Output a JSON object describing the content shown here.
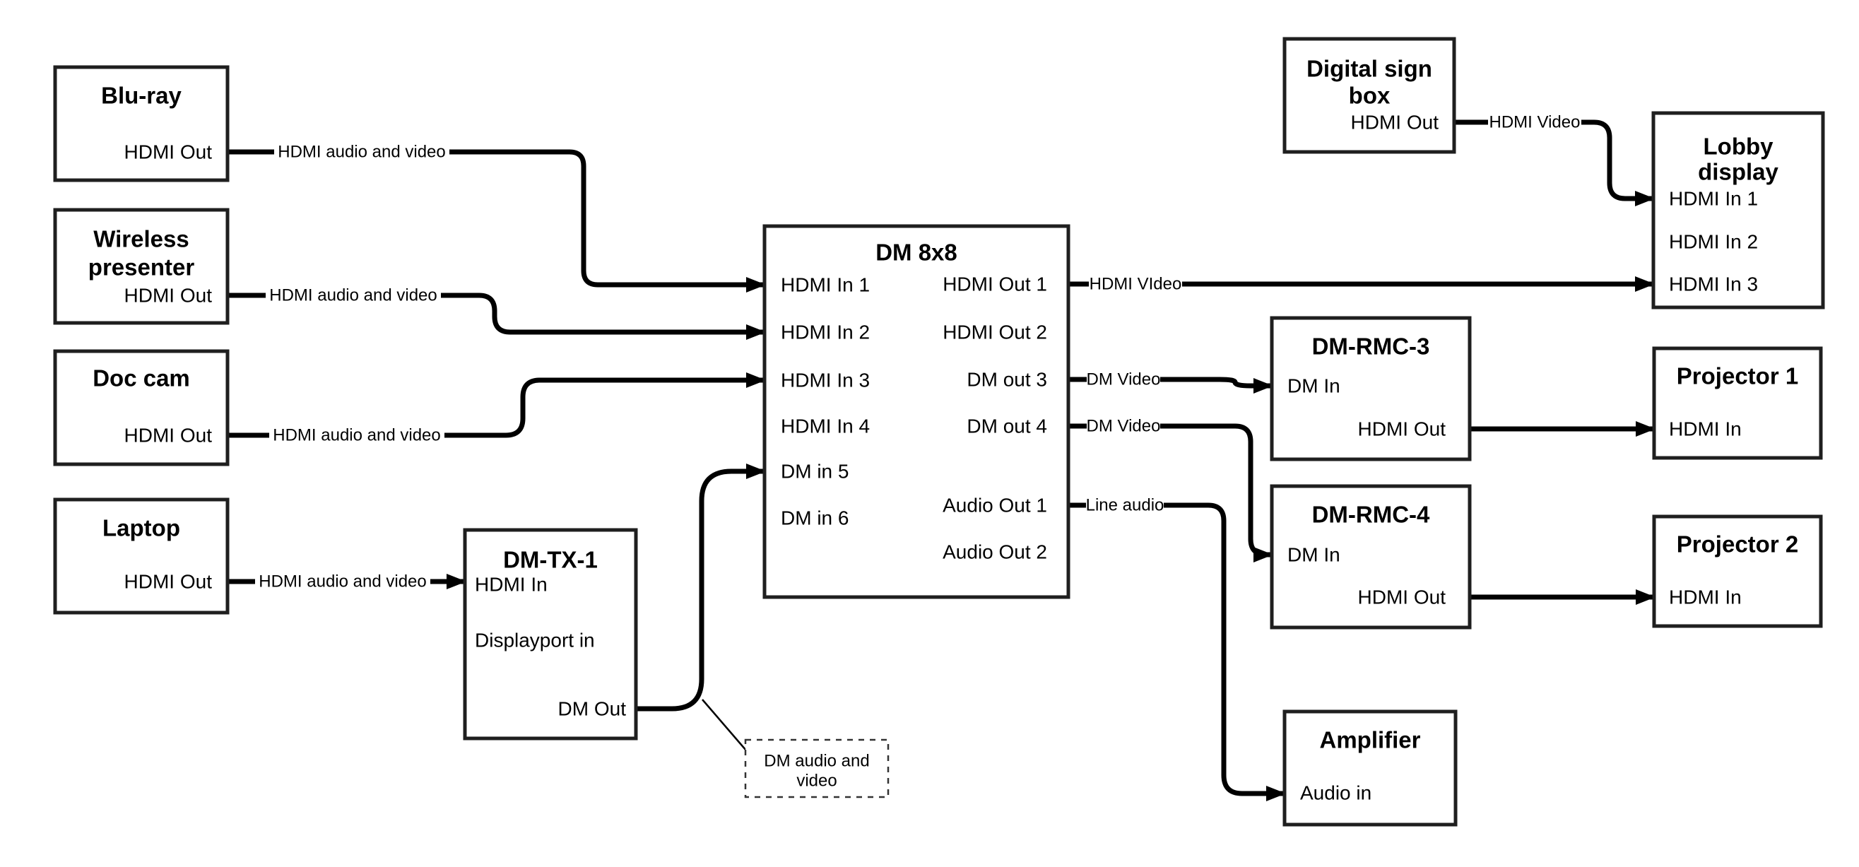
{
  "canvas": {
    "background": "#ffffff",
    "box_border_color": "#1f1f1f",
    "line_color": "#000000",
    "text_color": "#000000"
  },
  "nodes": {
    "bluray": {
      "title": "Blu-ray",
      "ports": {
        "hdmi_out": "HDMI Out"
      }
    },
    "wireless_presenter": {
      "title_line1": "Wireless",
      "title_line2": "presenter",
      "ports": {
        "hdmi_out": "HDMI Out"
      }
    },
    "doc_cam": {
      "title": "Doc cam",
      "ports": {
        "hdmi_out": "HDMI Out"
      }
    },
    "laptop": {
      "title": "Laptop",
      "ports": {
        "hdmi_out": "HDMI Out"
      }
    },
    "dm_tx_1": {
      "title": "DM-TX-1",
      "ports": {
        "hdmi_in": "HDMI In",
        "displayport_in": "Displayport in",
        "dm_out": "DM Out"
      }
    },
    "dm_8x8": {
      "title": "DM 8x8",
      "ports": {
        "hdmi_in_1": "HDMI In 1",
        "hdmi_in_2": "HDMI In 2",
        "hdmi_in_3": "HDMI In 3",
        "hdmi_in_4": "HDMI In 4",
        "dm_in_5": "DM in 5",
        "dm_in_6": "DM in 6",
        "hdmi_out_1": "HDMI Out 1",
        "hdmi_out_2": "HDMI Out 2",
        "dm_out_3": "DM out 3",
        "dm_out_4": "DM out 4",
        "audio_out_1": "Audio Out 1",
        "audio_out_2": "Audio Out 2"
      }
    },
    "digital_sign_box": {
      "title_line1": "Digital sign",
      "title_line2": "box",
      "ports": {
        "hdmi_out": "HDMI Out"
      }
    },
    "lobby_display": {
      "title_line1": "Lobby",
      "title_line2": "display",
      "ports": {
        "hdmi_in_1": "HDMI In 1",
        "hdmi_in_2": "HDMI In 2",
        "hdmi_in_3": "HDMI In 3"
      }
    },
    "dm_rmc_3": {
      "title": "DM-RMC-3",
      "ports": {
        "dm_in": "DM In",
        "hdmi_out": "HDMI Out"
      }
    },
    "projector_1": {
      "title": "Projector 1",
      "ports": {
        "hdmi_in": "HDMI In"
      }
    },
    "dm_rmc_4": {
      "title": "DM-RMC-4",
      "ports": {
        "dm_in": "DM In",
        "hdmi_out": "HDMI Out"
      }
    },
    "projector_2": {
      "title": "Projector 2",
      "ports": {
        "hdmi_in": "HDMI In"
      }
    },
    "amplifier": {
      "title": "Amplifier",
      "ports": {
        "audio_in": "Audio in"
      }
    },
    "annotation": {
      "line1": "DM audio and",
      "line2": "video"
    }
  },
  "edges": {
    "bluray_to_dm8x8": {
      "label": "HDMI audio and video"
    },
    "wireless_to_dm8x8": {
      "label": "HDMI audio and video"
    },
    "doccam_to_dm8x8": {
      "label": "HDMI audio and video"
    },
    "laptop_to_dmtx1": {
      "label": "HDMI audio and video"
    },
    "dm8x8_out1_to_lobby": {
      "label": "HDMI VIdeo"
    },
    "digitalsign_to_lobby": {
      "label": "HDMI Video"
    },
    "dm8x8_out3_to_rmc3": {
      "label": "DM Video"
    },
    "dm8x8_out4_to_rmc4": {
      "label": "DM Video"
    },
    "dm8x8_audio1_to_amplifier": {
      "label": "Line audio"
    }
  }
}
